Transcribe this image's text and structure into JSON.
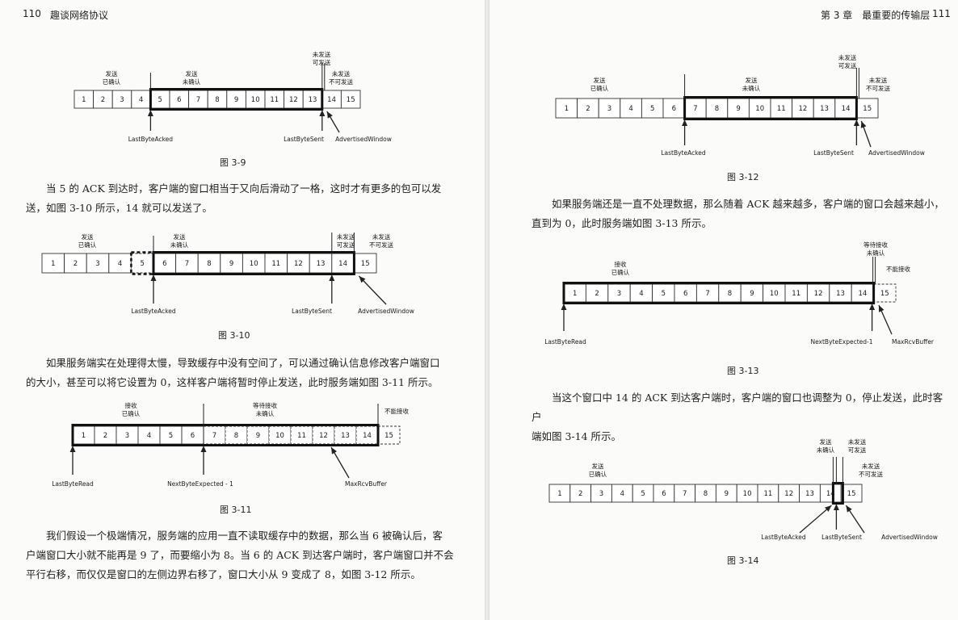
{
  "left": {
    "page_number": "110",
    "header_title": "趣谈网络协议",
    "captions": {
      "fig9": "图 3-9",
      "fig10": "图 3-10",
      "fig11": "图 3-11"
    },
    "para1": [
      "当 5 的 ACK 到达时，客户端的窗口相当于又向后滑动了一格，这时才有更多的包可以发",
      "送，如图 3-10 所示，14 就可以发送了。"
    ],
    "para2": [
      "如果服务端实在处理得太慢，导致缓存中没有空间了，可以通过确认信息修改客户端窗口",
      "的大小，甚至可以将它设置为 0，这样客户端将暂时停止发送，此时服务端如图 3-11 所示。"
    ],
    "para3": [
      "我们假设一个极端情况，服务端的应用一直不读取缓存中的数据，那么当 6 被确认后，客",
      "户端窗口大小就不能再是 9 了，而要缩小为 8。当 6 的 ACK 到达客户端时，客户端窗口并不会",
      "平行右移，而仅仅是窗口的左侧边界右移了，窗口大小从 9 变成了 8，如图 3-12 所示。"
    ]
  },
  "right": {
    "page_number": "111",
    "header_title": "第 3 章　最重要的传输层",
    "captions": {
      "fig12": "图 3-12",
      "fig13": "图 3-13",
      "fig14": "图 3-14"
    },
    "para1": [
      "如果服务端还是一直不处理数据，那么随着 ACK 越来越多，客户端的窗口会越来越小，",
      "直到为 0，此时服务端如图 3-13 所示。"
    ],
    "para2": [
      "当这个窗口中 14 的 ACK 到达客户端时，客户端的窗口也调整为 0，停止发送，此时客户",
      "端如图 3-14 所示。"
    ]
  },
  "figures": {
    "fig9": {
      "cells": [
        "1",
        "2",
        "3",
        "4",
        "5",
        "6",
        "7",
        "8",
        "9",
        "10",
        "11",
        "12",
        "13",
        "14",
        "15"
      ],
      "labels_top": [
        [
          "发送",
          "已确认"
        ],
        [
          "发送",
          "未确认"
        ],
        [
          "未发送",
          "可发送"
        ],
        [
          "未发送",
          "不可发送"
        ]
      ],
      "labels_bottom": [
        "LastByteAcked",
        "LastByteSent",
        "AdvertisedWindow"
      ]
    },
    "fig10": {
      "cells": [
        "1",
        "2",
        "3",
        "4",
        "5",
        "6",
        "7",
        "8",
        "9",
        "10",
        "11",
        "12",
        "13",
        "14",
        "15"
      ],
      "labels_top": [
        [
          "发送",
          "已确认"
        ],
        [
          "发送",
          "未确认"
        ],
        [
          "未发送",
          "可发送"
        ],
        [
          "未发送",
          "不可发送"
        ]
      ],
      "labels_bottom": [
        "LastByteAcked",
        "LastByteSent",
        "AdvertisedWindow"
      ]
    },
    "fig11": {
      "cells": [
        "1",
        "2",
        "3",
        "4",
        "5",
        "6",
        "7",
        "8",
        "9",
        "10",
        "11",
        "12",
        "13",
        "14",
        "15"
      ],
      "labels_top": [
        [
          "接收",
          "已确认"
        ],
        [
          "等待接收",
          "未确认"
        ],
        [
          "不能接收"
        ]
      ],
      "labels_bottom": [
        "LastByteRead",
        "NextByteExpected - 1",
        "MaxRcvBuffer"
      ]
    },
    "fig12": {
      "cells": [
        "1",
        "2",
        "3",
        "4",
        "5",
        "6",
        "7",
        "8",
        "9",
        "10",
        "11",
        "12",
        "13",
        "14",
        "15"
      ],
      "labels_top": [
        [
          "发送",
          "已确认"
        ],
        [
          "发送",
          "未确认"
        ],
        [
          "未发送",
          "可发送"
        ],
        [
          "未发送",
          "不可发送"
        ]
      ],
      "labels_bottom": [
        "LastByteAcked",
        "LastByteSent",
        "AdvertisedWindow"
      ]
    },
    "fig13": {
      "cells": [
        "1",
        "2",
        "3",
        "4",
        "5",
        "6",
        "7",
        "8",
        "9",
        "10",
        "11",
        "12",
        "13",
        "14",
        "15"
      ],
      "labels_top": [
        [
          "接收",
          "已确认"
        ],
        [
          "等待接收",
          "未确认"
        ],
        [
          "不能接收"
        ]
      ],
      "labels_bottom": [
        "LastByteRead",
        "NextByteExpected-1",
        "MaxRcvBuffer"
      ]
    },
    "fig14": {
      "cells": [
        "1",
        "2",
        "3",
        "4",
        "5",
        "6",
        "7",
        "8",
        "9",
        "10",
        "11",
        "12",
        "13",
        "14",
        "15"
      ],
      "labels_top": [
        [
          "发送",
          "已确认"
        ],
        [
          "发送",
          "未确认"
        ],
        [
          "未发送",
          "可发送"
        ],
        [
          "未发送",
          "不可发送"
        ]
      ],
      "labels_bottom": [
        "LastByteAcked",
        "LastByteSent",
        "AdvertisedWindow"
      ]
    }
  }
}
